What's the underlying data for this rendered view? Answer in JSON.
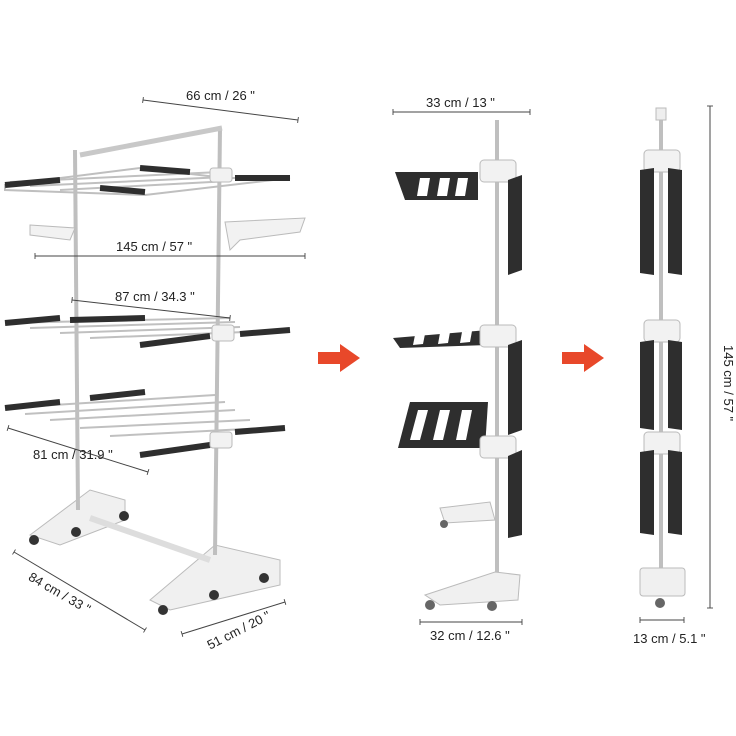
{
  "dimensions": {
    "top_width": "66 cm / 26 \"",
    "full_width": "145 cm / 57 \"",
    "inner_width": "87 cm / 34.3 \"",
    "shelf_depth": "81 cm / 31.9 \"",
    "base_length": "84 cm / 33 \"",
    "base_width": "51 cm / 20 \"",
    "folded_top_width": "33 cm / 13 \"",
    "folded_base_width": "32 cm / 12.6 \"",
    "closed_depth": "13 cm / 5.1 \"",
    "height": "145 cm / 57 \""
  },
  "colors": {
    "arrow": "#e8482a",
    "arm": "#2e2e2e",
    "steel": "#bfbfbf",
    "plastic": "#f2f2f2",
    "dim_line": "#444444"
  }
}
